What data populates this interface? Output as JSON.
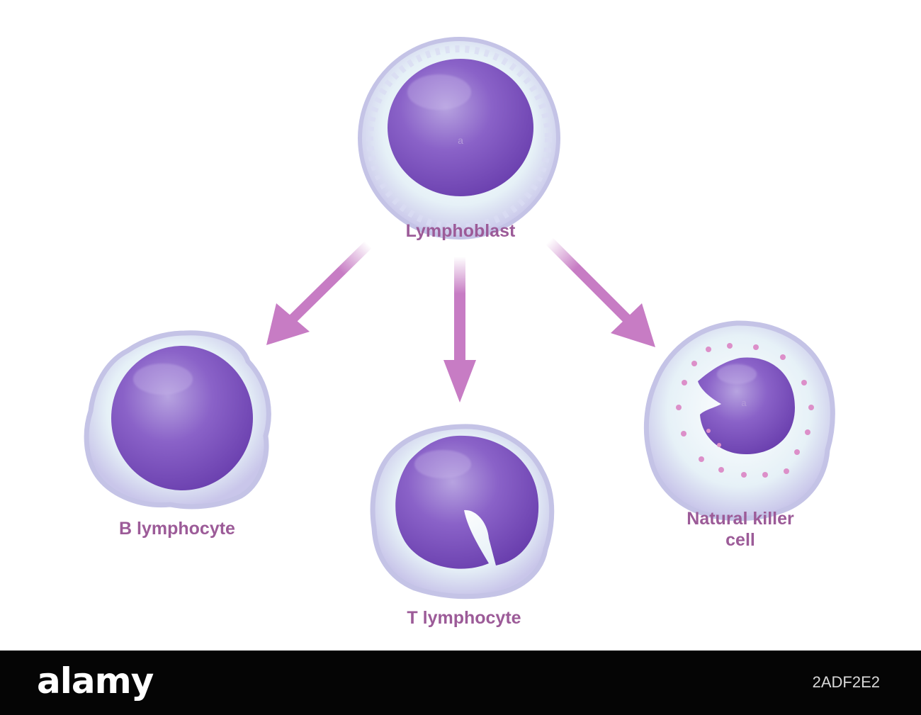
{
  "diagram": {
    "parent": {
      "label": "Lymphoblast"
    },
    "children": [
      {
        "label": "B lymphocyte"
      },
      {
        "label": "T lymphocyte"
      },
      {
        "label_lines": [
          "Natural killer",
          "cell"
        ]
      }
    ],
    "nucleus_marks": [
      "a",
      "a"
    ]
  },
  "colors": {
    "label": "#9c5b98",
    "arrow": "#c77cc4",
    "nucleus": "#7d56c0",
    "nucleus_light": "#b09ad8",
    "membrane": "#c9c6ea",
    "cytoplasm": "#eef2fb",
    "granule": "#dc8fc9",
    "footer_bg": "#050505"
  },
  "footer": {
    "brand": "alamy",
    "image_id": "2ADF2E2"
  }
}
